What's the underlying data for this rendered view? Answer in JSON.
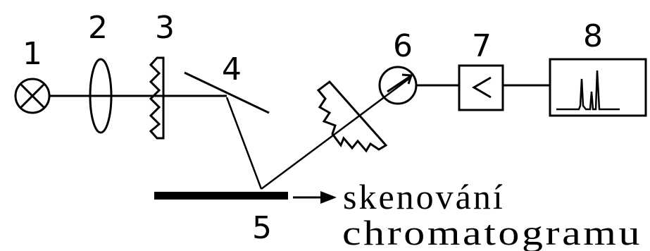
{
  "labels": {
    "n1": "1",
    "n2": "2",
    "n3": "3",
    "n4": "4",
    "n5": "5",
    "n6": "6",
    "n7": "7",
    "n8": "8"
  },
  "caption": {
    "line1": "skenování",
    "line2": "chromatogramu"
  },
  "icons": {
    "lamp": "lamp-cross-circle-icon",
    "lens": "lens-icon",
    "grating": "diffraction-grating-icon",
    "mirror": "mirror-icon",
    "plate": "chromatographic-plate-icon",
    "detector": "photodetector-icon",
    "amplifier": "amplifier-icon",
    "recorder": "recorder-icon"
  }
}
